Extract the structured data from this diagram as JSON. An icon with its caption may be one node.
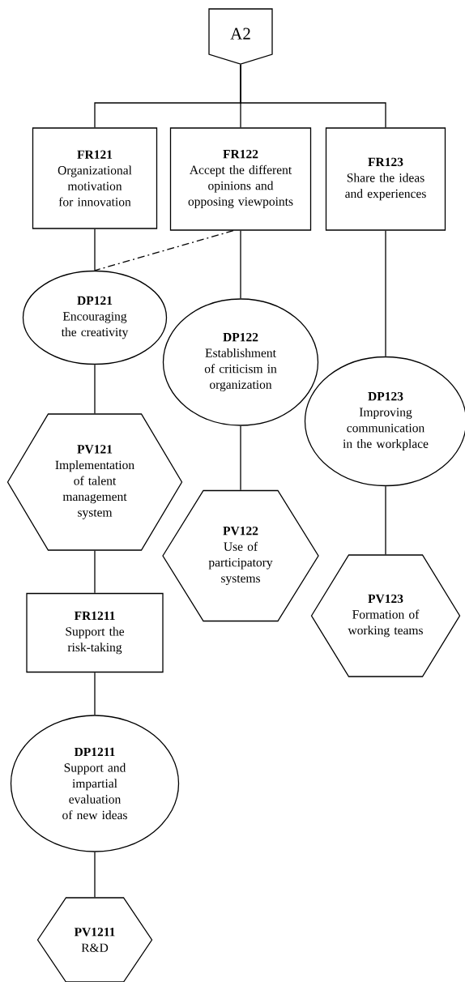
{
  "diagram": {
    "nodes": [
      {
        "text": [
          "A2"
        ]
      },
      {
        "text": [
          "FR121",
          "Organizational motivation for innovation"
        ]
      },
      {
        "text": [
          "FR122",
          "Accept the different opinions and opposing viewpoints"
        ]
      },
      {
        "text": [
          "FR123",
          "Share the ideas and experiences"
        ]
      },
      {
        "text": [
          "DP121",
          "Encouraging the creativity"
        ]
      },
      {
        "text": [
          "DP122",
          "Establishment of criticism in organization"
        ]
      },
      {
        "text": [
          "DP123",
          "Improving communication in the workplace"
        ]
      },
      {
        "text": [
          "PV121",
          "Implementation of talent management system"
        ]
      },
      {
        "text": [
          "PV122",
          "Use of participatory systems"
        ]
      },
      {
        "text": [
          "PV123",
          "Formation of working teams"
        ]
      },
      {
        "text": [
          "FR1211",
          "Support the risk-taking"
        ]
      },
      {
        "text": [
          "DP1211",
          "Support and impartial evaluation of new ideas"
        ]
      },
      {
        "text": [
          "PV1211",
          "R&D"
        ]
      }
    ],
    "edges": [
      {
        "from": 0,
        "to": 1,
        "arrow": "none"
      },
      {
        "from": 0,
        "to": 2,
        "arrow": "none"
      },
      {
        "from": 0,
        "to": 3,
        "arrow": "none"
      },
      {
        "from": 1,
        "to": 4,
        "arrow": "none"
      },
      {
        "from": 2,
        "to": 4,
        "arrow": "none",
        "style": "dashed"
      },
      {
        "from": 2,
        "to": 5,
        "arrow": "none"
      },
      {
        "from": 3,
        "to": 6,
        "arrow": "none"
      },
      {
        "from": 4,
        "to": 7,
        "arrow": "none"
      },
      {
        "from": 5,
        "to": 8,
        "arrow": "none"
      },
      {
        "from": 6,
        "to": 9,
        "arrow": "none"
      },
      {
        "from": 7,
        "to": 10,
        "arrow": "none"
      },
      {
        "from": 10,
        "to": 11,
        "arrow": "none"
      },
      {
        "from": 11,
        "to": 12,
        "arrow": "none"
      }
    ]
  }
}
